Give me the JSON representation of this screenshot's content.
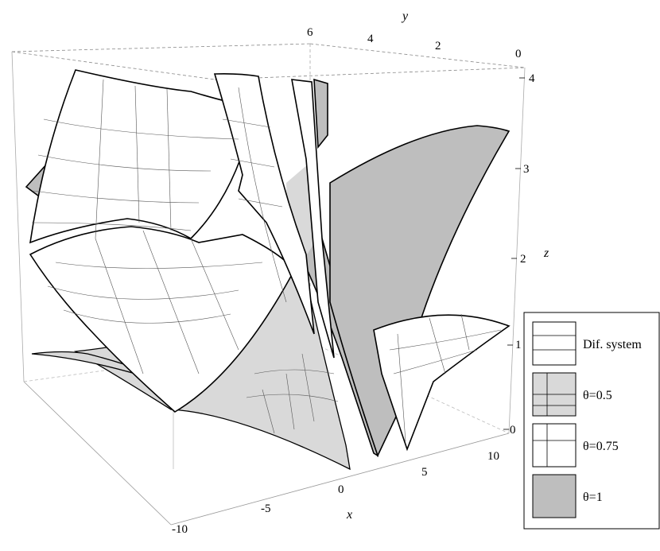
{
  "chart_data": {
    "type": "surface3d",
    "axes": {
      "x": {
        "label": "x",
        "range": [
          -10,
          10
        ],
        "ticks": [
          "-10",
          "-5",
          "0",
          "5",
          "10"
        ]
      },
      "y": {
        "label": "y",
        "range": [
          0,
          6
        ],
        "ticks": [
          "6",
          "4",
          "2",
          "0"
        ]
      },
      "z": {
        "label": "z",
        "range": [
          0,
          4
        ],
        "ticks": [
          "0",
          "1",
          "2",
          "3",
          "4"
        ]
      }
    },
    "legend": {
      "position": "bottom-right",
      "entries": [
        {
          "label": "Dif. system",
          "fill": "#ffffff",
          "pattern": "horizontal-lines"
        },
        {
          "label": "θ=0.5",
          "fill": "#d9d9d9",
          "pattern": "grid"
        },
        {
          "label": "θ=0.75",
          "fill": "#ffffff",
          "pattern": "grid"
        },
        {
          "label": "θ=1",
          "fill": "#bebebe",
          "pattern": "none"
        }
      ]
    },
    "series": [
      {
        "name": "Dif. system",
        "fill": "#ffffff"
      },
      {
        "name": "θ=0.5",
        "fill": "#d9d9d9"
      },
      {
        "name": "θ=0.75",
        "fill": "#ffffff"
      },
      {
        "name": "θ=1",
        "fill": "#bebebe"
      }
    ]
  }
}
